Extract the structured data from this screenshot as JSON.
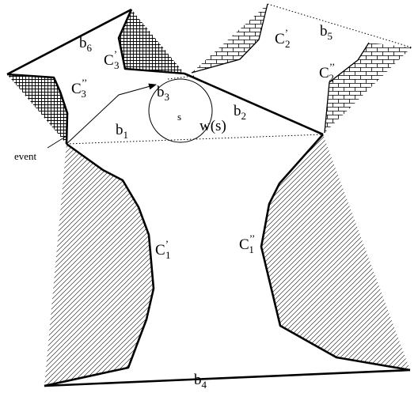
{
  "diagram": {
    "labels": {
      "b1": {
        "base": "b",
        "sub": "1"
      },
      "b2": {
        "base": "b",
        "sub": "2"
      },
      "b3": {
        "base": "b",
        "sub": "3"
      },
      "b4": {
        "base": "b",
        "sub": "4"
      },
      "b5": {
        "base": "b",
        "sub": "5"
      },
      "b6": {
        "base": "b",
        "sub": "6"
      },
      "c1p": {
        "base": "C",
        "sub": "1",
        "prime": "’"
      },
      "c1pp": {
        "base": "C",
        "sub": "1",
        "prime": "’’"
      },
      "c2p": {
        "base": "C",
        "sub": "2",
        "prime": "’"
      },
      "c2pp": {
        "base": "C",
        "sub": "2",
        "prime": "’’"
      },
      "c3p": {
        "base": "C",
        "sub": "3",
        "prime": "’"
      },
      "c3pp": {
        "base": "C",
        "sub": "3",
        "prime": "’’"
      },
      "s": "s",
      "ws": "w(s)",
      "event": "event"
    }
  }
}
